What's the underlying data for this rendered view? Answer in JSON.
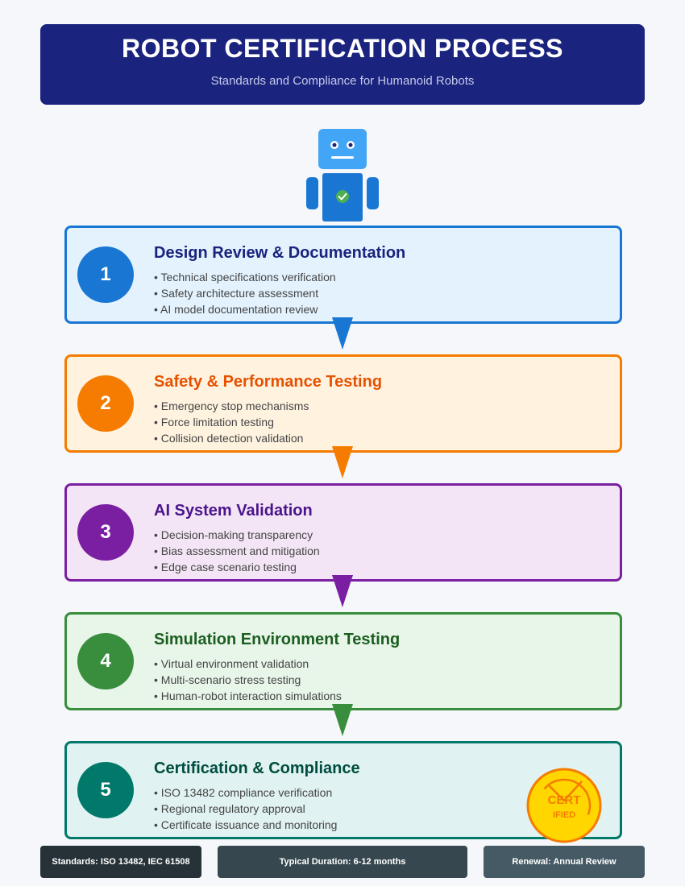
{
  "header": {
    "title": "ROBOT CERTIFICATION PROCESS",
    "subtitle": "Standards and Compliance for Humanoid Robots"
  },
  "icons": {
    "robot": "robot-icon",
    "check": "check-icon",
    "stamp": "certified-stamp"
  },
  "steps": [
    {
      "number": "1",
      "title": "Design Review & Documentation",
      "items": [
        "Technical specifications verification",
        "Safety architecture assessment",
        "AI model documentation review"
      ],
      "color": "#1976d2",
      "bg": "#e3f2fd",
      "title_color": "#1a237e"
    },
    {
      "number": "2",
      "title": "Safety & Performance Testing",
      "items": [
        "Emergency stop mechanisms",
        "Force limitation testing",
        "Collision detection validation"
      ],
      "color": "#f57c00",
      "bg": "#fff3e0",
      "title_color": "#e65100"
    },
    {
      "number": "3",
      "title": "AI System Validation",
      "items": [
        "Decision-making transparency",
        "Bias assessment and mitigation",
        "Edge case scenario testing"
      ],
      "color": "#7b1fa2",
      "bg": "#f3e5f5",
      "title_color": "#4a148c"
    },
    {
      "number": "4",
      "title": "Simulation Environment Testing",
      "items": [
        "Virtual environment validation",
        "Multi-scenario stress testing",
        "Human-robot interaction simulations"
      ],
      "color": "#388e3c",
      "bg": "#e8f5e9",
      "title_color": "#1b5e20"
    },
    {
      "number": "5",
      "title": "Certification & Compliance",
      "items": [
        "ISO 13482 compliance verification",
        "Regional regulatory approval",
        "Certificate issuance and monitoring"
      ],
      "color": "#00796b",
      "bg": "#e0f2f1",
      "title_color": "#004d40"
    }
  ],
  "stamp": {
    "line1": "CERT",
    "line2": "IFIED"
  },
  "footer": {
    "standards": "Standards: ISO 13482, IEC 61508",
    "duration": "Typical Duration: 6-12 months",
    "renewal": "Renewal: Annual Review"
  },
  "colors": {
    "header_bg": "#1a237e",
    "footer_standards": "#263238",
    "footer_duration": "#37474f",
    "footer_renewal": "#455a64"
  }
}
